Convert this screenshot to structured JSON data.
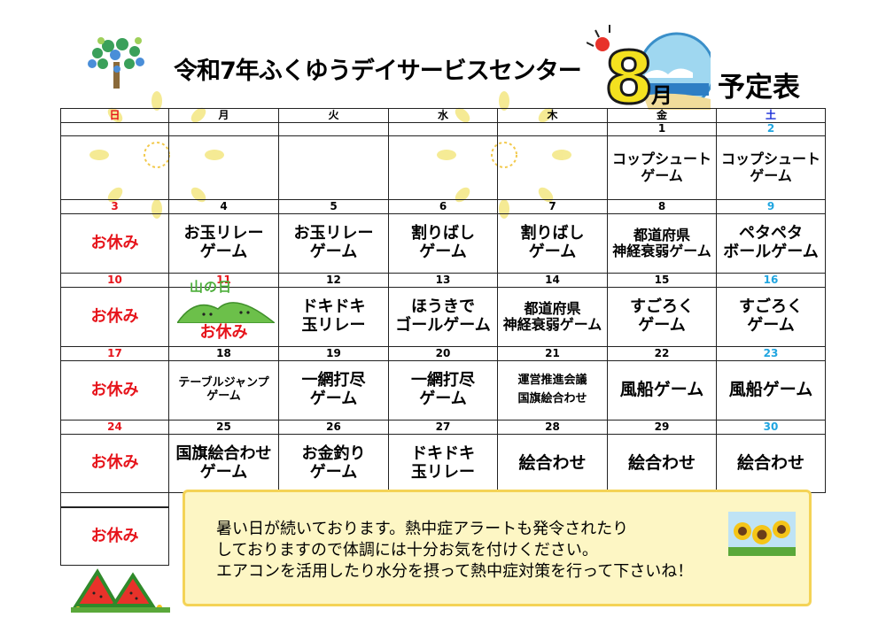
{
  "header": {
    "title": "令和7年ふくゆうデイサービスセンター",
    "month_number": "8",
    "month_char": "月",
    "plan_label": "予定表"
  },
  "weekdays": [
    "日",
    "月",
    "火",
    "水",
    "木",
    "金",
    "土"
  ],
  "weeks": [
    {
      "days": [
        "",
        "",
        "",
        "",
        "",
        "1",
        "2"
      ],
      "acts": [
        "",
        "",
        "",
        "",
        "",
        "コップシュート|ゲーム",
        "コップシュート|ゲーム"
      ]
    },
    {
      "days": [
        "3",
        "4",
        "5",
        "6",
        "7",
        "8",
        "9"
      ],
      "acts": [
        "お休み",
        "お玉リレー|ゲーム",
        "お玉リレー|ゲーム",
        "割りばし|ゲーム",
        "割りばし|ゲーム",
        "都道府県|神経衰弱ゲーム",
        "ペタペタ|ボールゲーム"
      ]
    },
    {
      "days": [
        "10",
        "11",
        "12",
        "13",
        "14",
        "15",
        "16"
      ],
      "acts": [
        "お休み",
        "お休み",
        "ドキドキ|玉リレー",
        "ほうきで|ゴールゲーム",
        "都道府県|神経衰弱ゲーム",
        "すごろく|ゲーム",
        "すごろく|ゲーム"
      ]
    },
    {
      "days": [
        "17",
        "18",
        "19",
        "20",
        "21",
        "22",
        "23"
      ],
      "acts": [
        "お休み",
        "テーブルジャンプ|ゲーム",
        "一網打尽|ゲーム",
        "一網打尽|ゲーム",
        "運営推進会議|国旗絵合わせ",
        "風船ゲーム",
        "風船ゲーム"
      ]
    },
    {
      "days": [
        "24",
        "25",
        "26",
        "27",
        "28",
        "29",
        "30"
      ],
      "acts": [
        "お休み",
        "国旗絵合わせ|ゲーム",
        "お金釣り|ゲーム",
        "ドキドキ|玉リレー",
        "絵合わせ",
        "絵合わせ",
        "絵合わせ"
      ]
    },
    {
      "days": [
        ""
      ],
      "acts": [
        "お休み"
      ]
    }
  ],
  "mountain_day_label": "山の日",
  "note": {
    "lines": [
      "暑い日が続いております。熱中症アラートも発令されたり",
      "しておりますので体調には十分お気を付けください。",
      "エアコンを活用したり水分を摂って熱中症対策を行って下さいね！"
    ]
  },
  "colors": {
    "holiday_red": "#e6141b",
    "saturday_cyan": "#20a5e0",
    "saturday_header_blue": "#1a2fd8",
    "note_bg": "#fdf6c4"
  },
  "icons": [
    "tree-icon",
    "sun-icon",
    "fireworks-icon",
    "mountain-icon",
    "sunflower-icon",
    "watermelon-icon"
  ]
}
